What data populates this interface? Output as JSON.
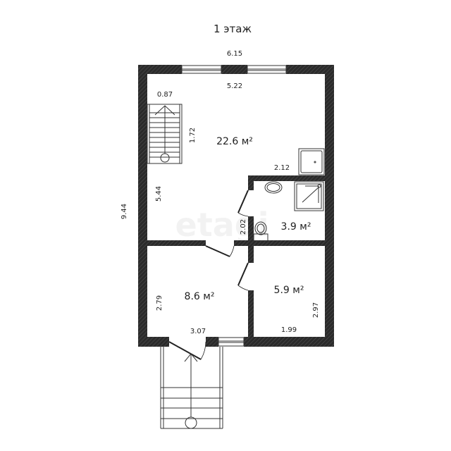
{
  "title": "1 этаж",
  "watermark": "etagi",
  "dimensions": {
    "overall_width": "6.15",
    "overall_height": "9.44",
    "main_width": "5.22",
    "stair_width": "0.87",
    "stair_length": "1.72",
    "main_height": "5.44",
    "bath_width": "2.12",
    "bath_height": "2.02",
    "hall_height": "2.79",
    "hall_width": "3.07",
    "room_height": "2.97",
    "room_width": "1.99"
  },
  "rooms": {
    "main": "22.6 м²",
    "bathroom": "3.9 м²",
    "hall": "8.6 м²",
    "room": "5.9 м²"
  },
  "colors": {
    "wall": "#2b2b2b",
    "line": "#333333"
  }
}
